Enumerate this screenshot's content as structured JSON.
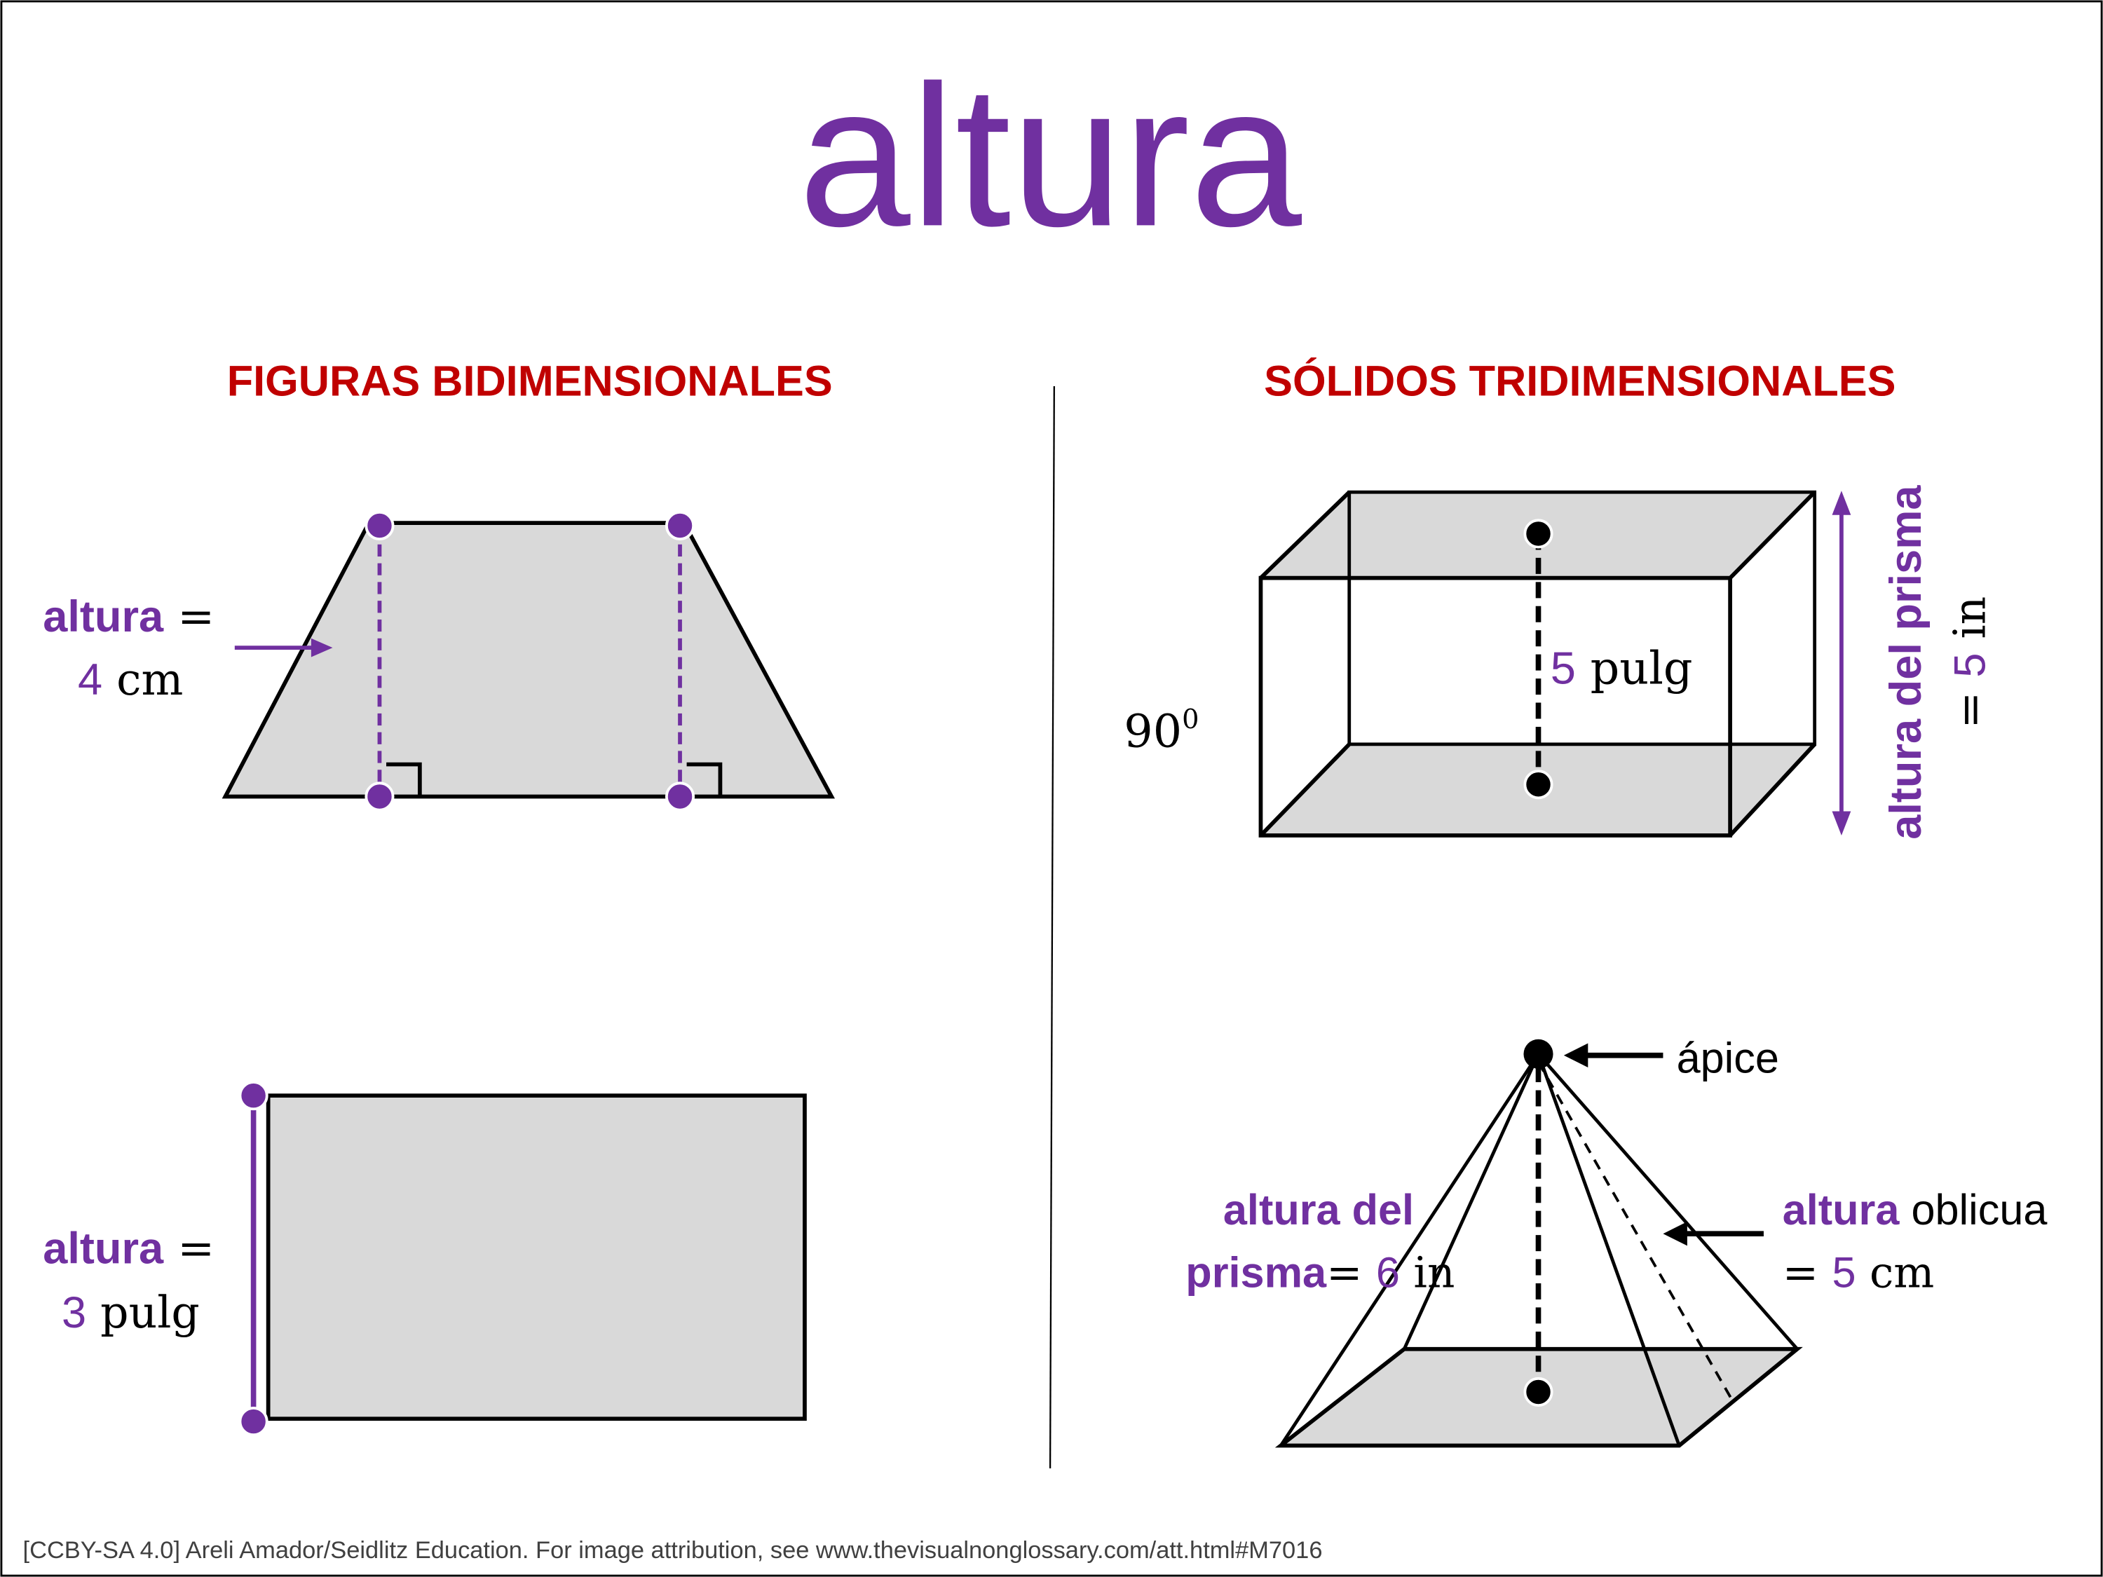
{
  "title": "altura",
  "left": {
    "heading": "FIGURAS BIDIMENSIONALES",
    "trapezoid": {
      "label_word": "altura",
      "label_eq": " =",
      "value": "4",
      "unit": " cm"
    },
    "rectangle": {
      "label_word": "altura",
      "label_eq": " =",
      "value": "3",
      "unit": " pulg"
    }
  },
  "right": {
    "heading": "SÓLIDOS TRIDIMENSIONALES",
    "prism": {
      "angle": "90",
      "angle_sup": "0",
      "value": "5",
      "unit": " pulg",
      "side_label": "altura del prisma",
      "side_eq": "= ",
      "side_value": "5",
      "side_unit": " in"
    },
    "pyramid": {
      "apex": "ápice",
      "height_line1": "altura del",
      "height_word2": "prisma",
      "height_eq": "= ",
      "height_value": "6",
      "height_unit": " in",
      "slant_word": "altura",
      "slant_rest": " oblicua",
      "slant_eq": "= ",
      "slant_value": "5",
      "slant_unit": " cm"
    }
  },
  "footer": "[CCBY-SA 4.0] Areli Amador/Seidlitz Education.  For image attribution, see www.thevisualnonglossary.com/att.html#M7016",
  "colors": {
    "purple": "#7030a0",
    "red": "#c00000",
    "fill": "#d9d9d9"
  }
}
